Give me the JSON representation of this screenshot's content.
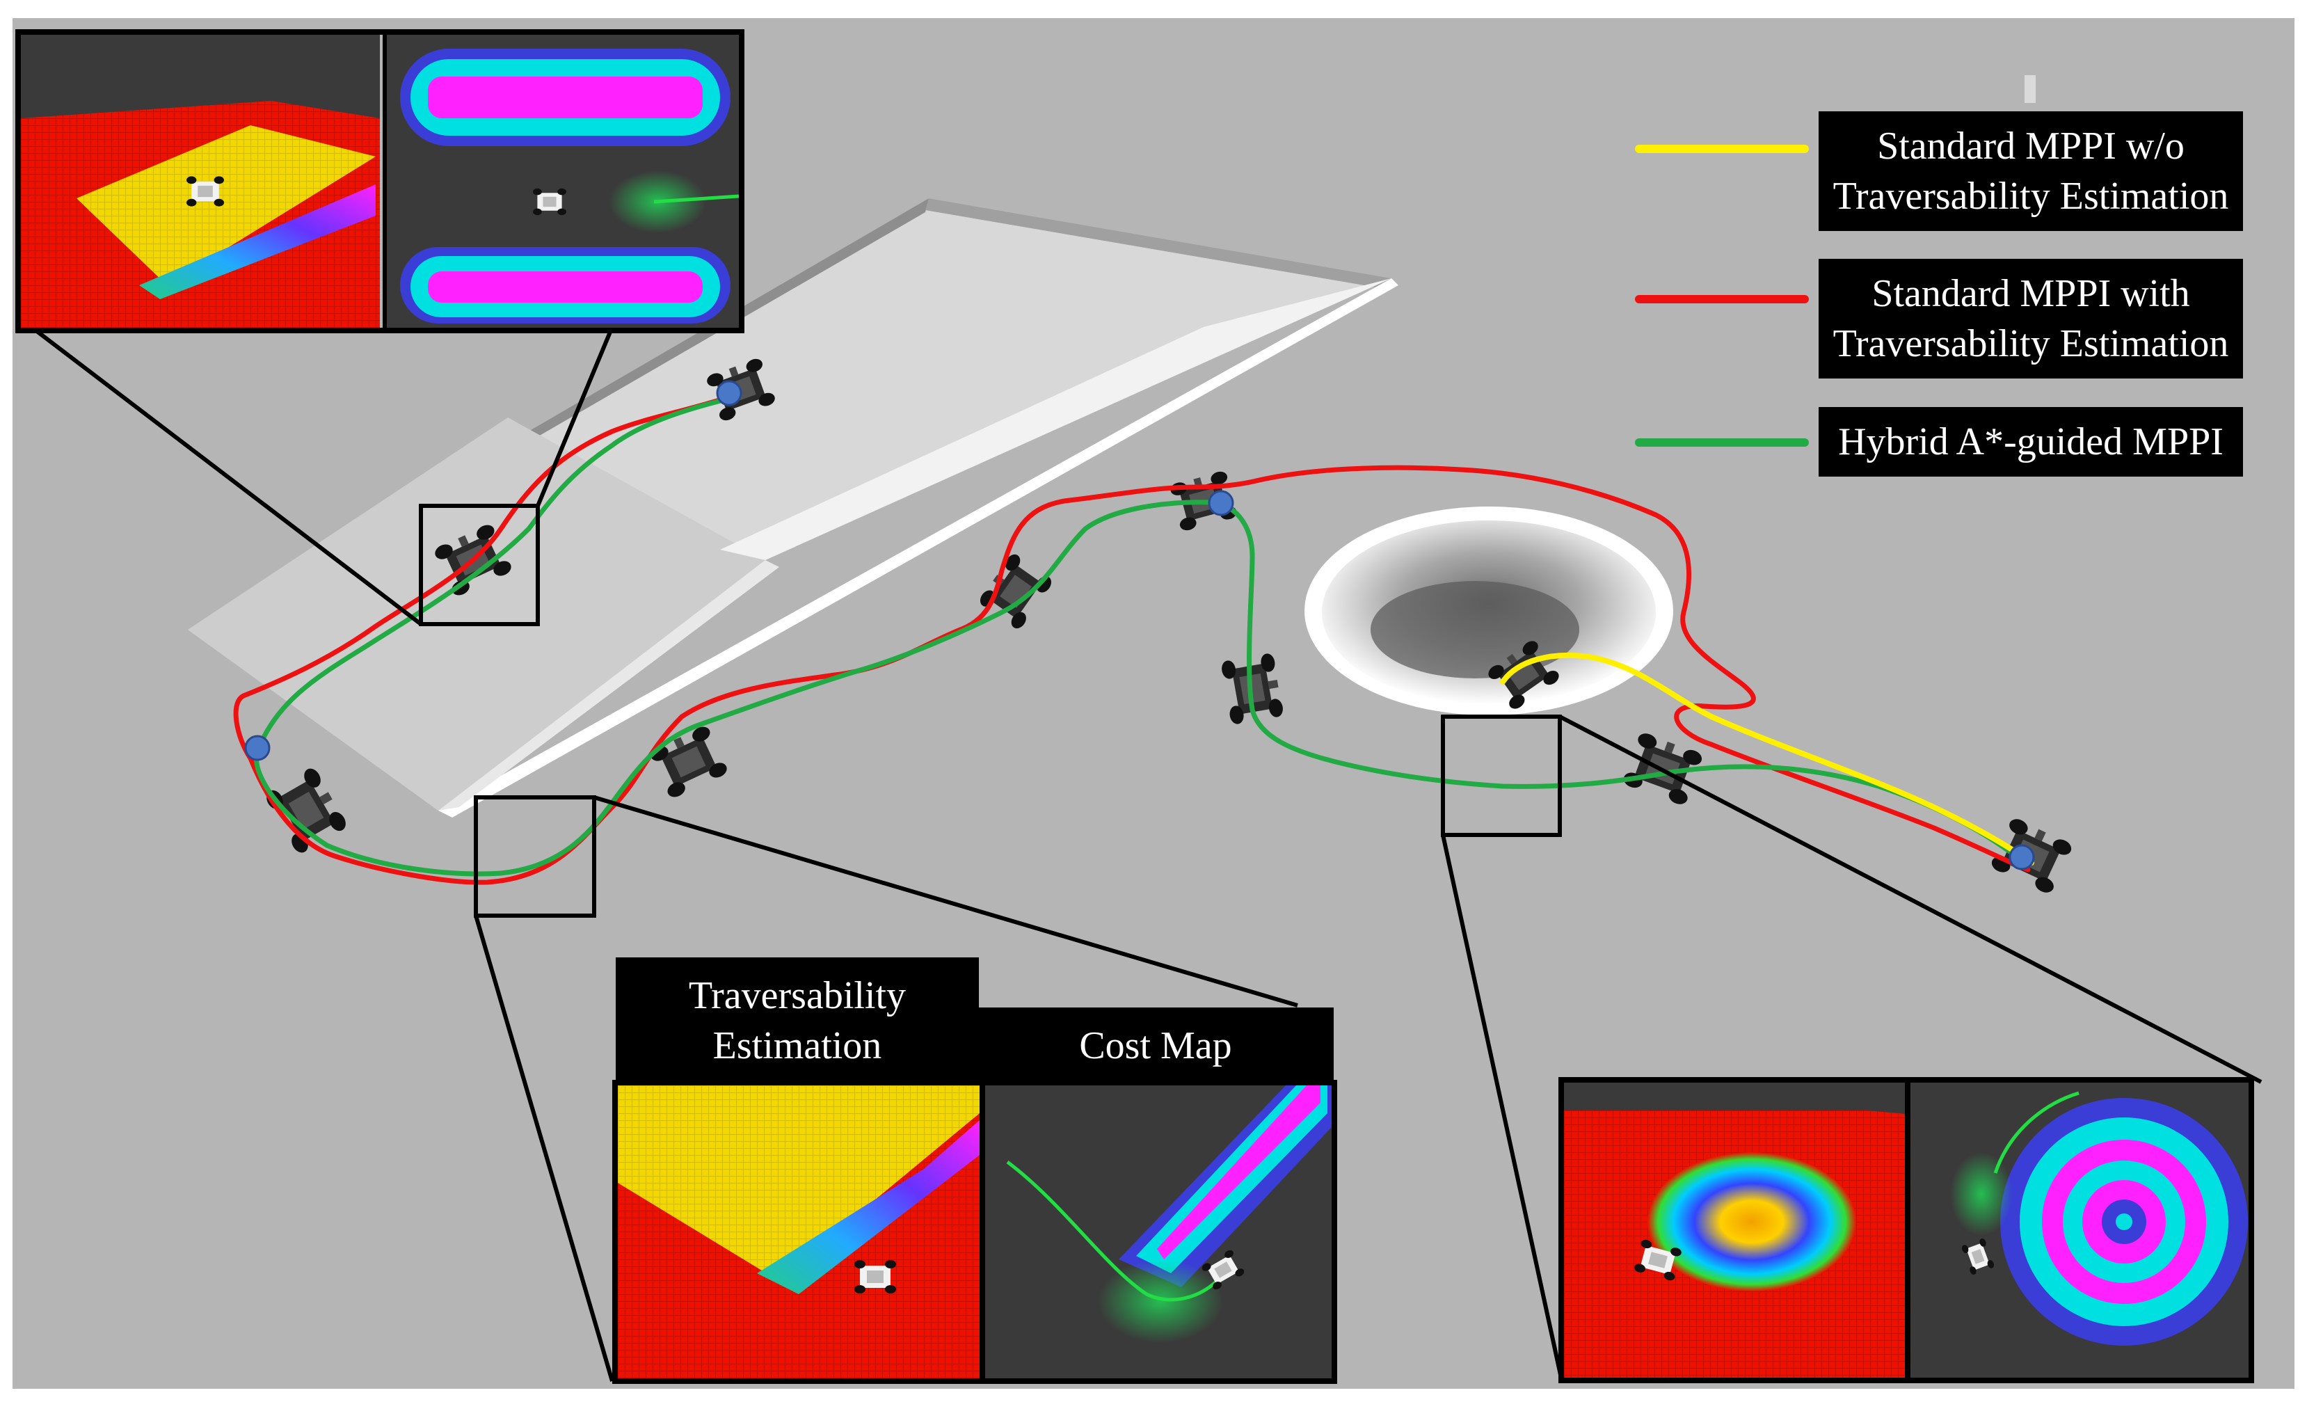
{
  "legend": {
    "items": [
      {
        "text": "Standard MPPI w/o\nTraversability Estimation",
        "color": "#ffef00"
      },
      {
        "text": "Standard MPPI with\nTraversability Estimation",
        "color": "#ee1111"
      },
      {
        "text": "Hybrid A*-guided MPPI",
        "color": "#22aa44"
      }
    ]
  },
  "inset_labels": {
    "traversability": "Traversability\nEstimation",
    "cost_map": "Cost Map"
  },
  "colors": {
    "background": "#b5b5b5",
    "ramp": "#e8e8e8",
    "trav_high": "#ee1100",
    "trav_low": "#f2d800",
    "obstacle": "#ff22ff",
    "inflation": "#00e0e0",
    "waypoint": "#4a78c8",
    "inset_dark": "#3a3a3a"
  }
}
